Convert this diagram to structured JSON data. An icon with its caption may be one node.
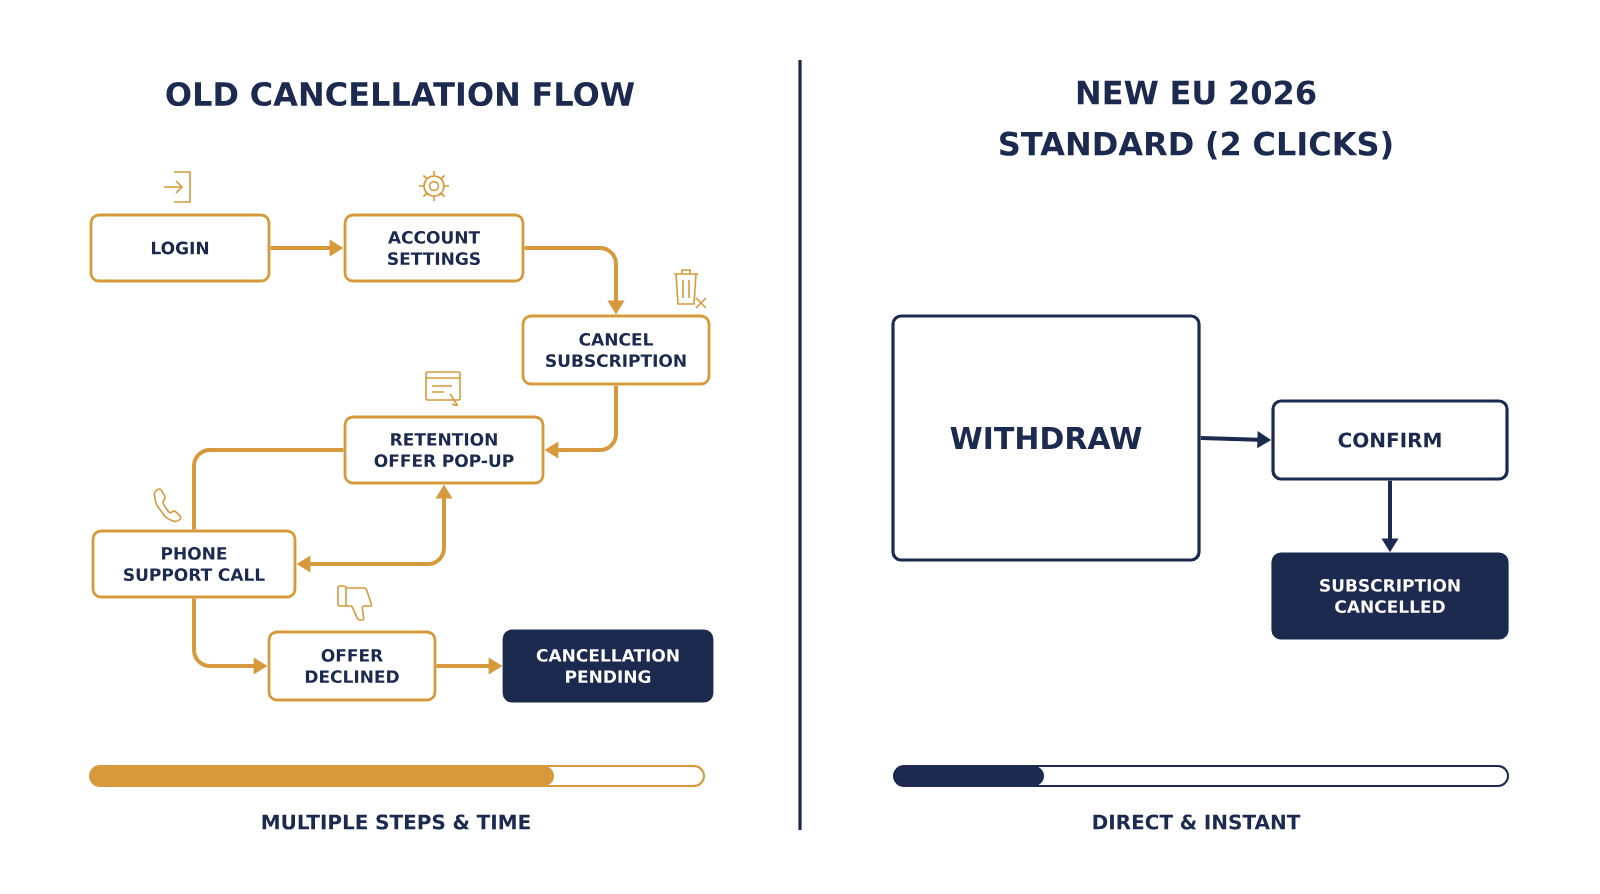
{
  "diagram": {
    "nodes": [
      {
        "text": [
          "LOGIN"
        ]
      },
      {
        "text": [
          "ACCOUNT SETTINGS"
        ]
      },
      {
        "text": [
          "CANCEL SUBSCRIPTION"
        ]
      },
      {
        "text": [
          "RETENTION OFFER POP-UP"
        ]
      },
      {
        "text": [
          "PHONE SUPPORT CALL"
        ]
      },
      {
        "text": [
          "OFFER DECLINED"
        ]
      },
      {
        "text": [
          "CANCELLATION PENDING"
        ]
      },
      {
        "text": [
          "WITHDRAW"
        ]
      },
      {
        "text": [
          "CONFIRM"
        ]
      },
      {
        "text": [
          "SUBSCRIPTION CANCELLED"
        ]
      }
    ],
    "edges": [
      {
        "from": 0,
        "to": 1,
        "arrow": "to"
      },
      {
        "from": 1,
        "to": 2,
        "arrow": "to"
      },
      {
        "from": 2,
        "to": 3,
        "arrow": "to"
      },
      {
        "from": 3,
        "to": 4,
        "arrow": "none"
      },
      {
        "from": 3,
        "to": 4,
        "arrow": "both"
      },
      {
        "from": 4,
        "to": 5,
        "arrow": "to"
      },
      {
        "from": 5,
        "to": 6,
        "arrow": "to"
      },
      {
        "from": 7,
        "to": 8,
        "arrow": "to",
        "color": "#1b2a4e"
      },
      {
        "from": 8,
        "to": 9,
        "arrow": "to",
        "color": "#1b2a4e"
      }
    ],
    "labels": [
      "OLD CANCELLATION FLOW",
      "NEW EU 2026 STANDARD (2 CLICKS)",
      "MULTIPLE STEPS & TIME",
      "DIRECT & INSTANT"
    ]
  }
}
